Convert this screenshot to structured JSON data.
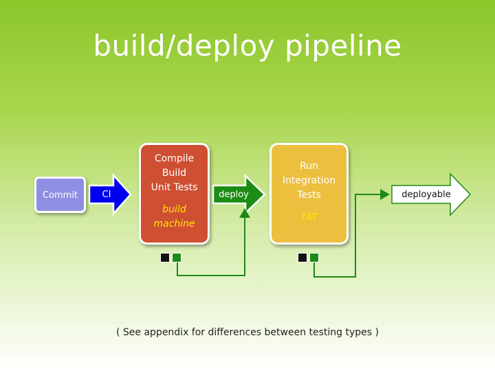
{
  "title": "build/deploy pipeline",
  "commit": {
    "label": "Commit"
  },
  "ci_arrow": {
    "label": "CI"
  },
  "build_stage": {
    "lines": [
      "Compile",
      "Build",
      "Unit Tests"
    ],
    "note_lines": [
      "build",
      "machine"
    ]
  },
  "deploy_arrow": {
    "label": "deploy"
  },
  "tat_stage": {
    "lines": [
      "Run",
      "Integration",
      "Tests"
    ],
    "note": "TAT"
  },
  "deployable_arrow": {
    "label": "deployable"
  },
  "footnote": "( See appendix for differences between testing types )",
  "colors": {
    "commit": "#8e8fe2",
    "ci_arrow": "#0000ee",
    "build_stage": "#cf4f33",
    "tat_stage": "#ecbf3f",
    "connector_green": "#1c8a16",
    "deploy_arrow": "#1d8c14",
    "note_yellow": "#ffe600"
  }
}
